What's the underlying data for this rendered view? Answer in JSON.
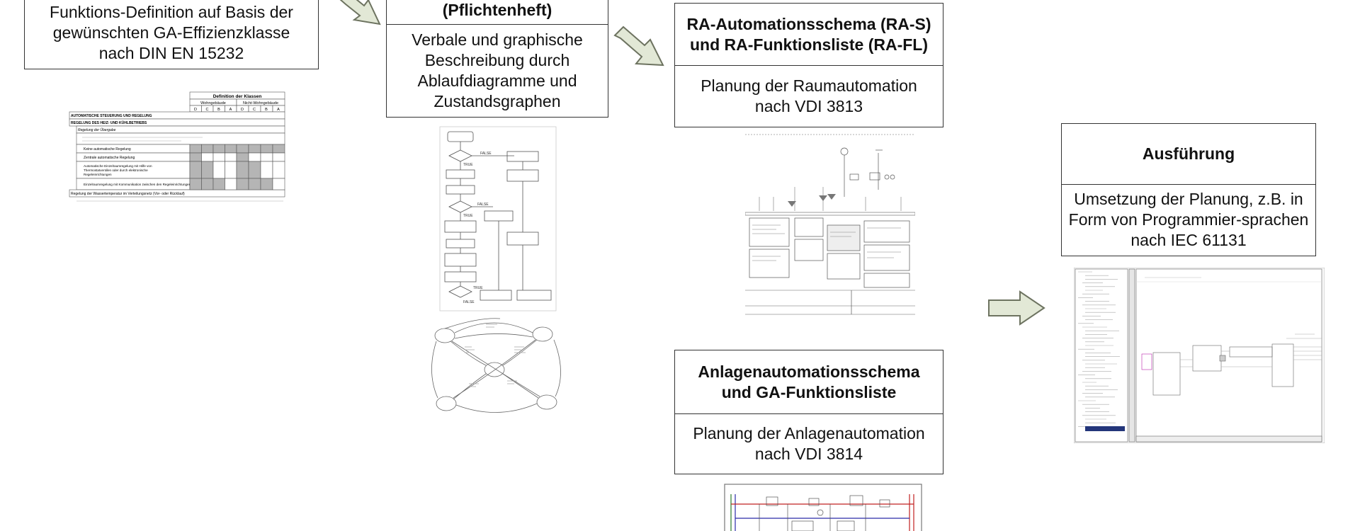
{
  "colors": {
    "arrow_fill": "#e2e8d6",
    "arrow_stroke": "#6d7360",
    "border": "#333333"
  },
  "box1": {
    "body": [
      "Funktions-Definition auf Basis der",
      "gewünschten GA-Effizienzklasse",
      "nach DIN EN 15232"
    ]
  },
  "box2": {
    "title": "(Pflichtenheft)",
    "body": [
      "Verbale und graphische",
      "Beschreibung durch",
      "Ablaufdiagramme und",
      "Zustandsgraphen"
    ]
  },
  "box3": {
    "title": [
      "RA-Automationsschema (RA-S)",
      "und RA-Funktionsliste (RA-FL)"
    ],
    "body": [
      "Planung der Raumautomation",
      "nach VDI 3813"
    ]
  },
  "box4": {
    "title": [
      "Anlagenautomationsschema",
      "und GA-Funktionsliste"
    ],
    "body": [
      "Planung der Anlagenautomation",
      "nach VDI 3814"
    ]
  },
  "box5": {
    "title": "Ausführung",
    "body": [
      "Umsetzung der Planung, z.B. in",
      "Form von Programmier-sprachen",
      "nach IEC 61131"
    ]
  },
  "table": {
    "title": "Definition der Klassen",
    "groups": [
      "Wohngebäude",
      "Nicht-Wohngebäude"
    ],
    "class_letters": [
      "D",
      "C",
      "B",
      "A",
      "D",
      "C",
      "B",
      "A"
    ],
    "rows": [
      "AUTOMATISCHE STEUERUNG UND REGELUNG",
      "REGELUNG DES HEIZ- UND KÜHLBETRIEBS",
      "Regelung der Übergabe",
      "Keine automatische Regelung",
      "Zentrale automatische Regelung",
      "Automatische Einzelraumregelung mit Hilfe von Thermostatventilen oder durch elektronische Regeleinrichtungen",
      "Einzelraumregelung mit Kommunikation zwischen den Regeleinrichtungen",
      "Regelung der Wassertemperatur im Verteilungsnetz (Vor- oder Rücklauf)"
    ]
  },
  "flowchart": {
    "decisions": [
      "FALSE",
      "TRUE",
      "FALSE",
      "TRUE",
      "FALSE",
      "TRUE"
    ]
  }
}
